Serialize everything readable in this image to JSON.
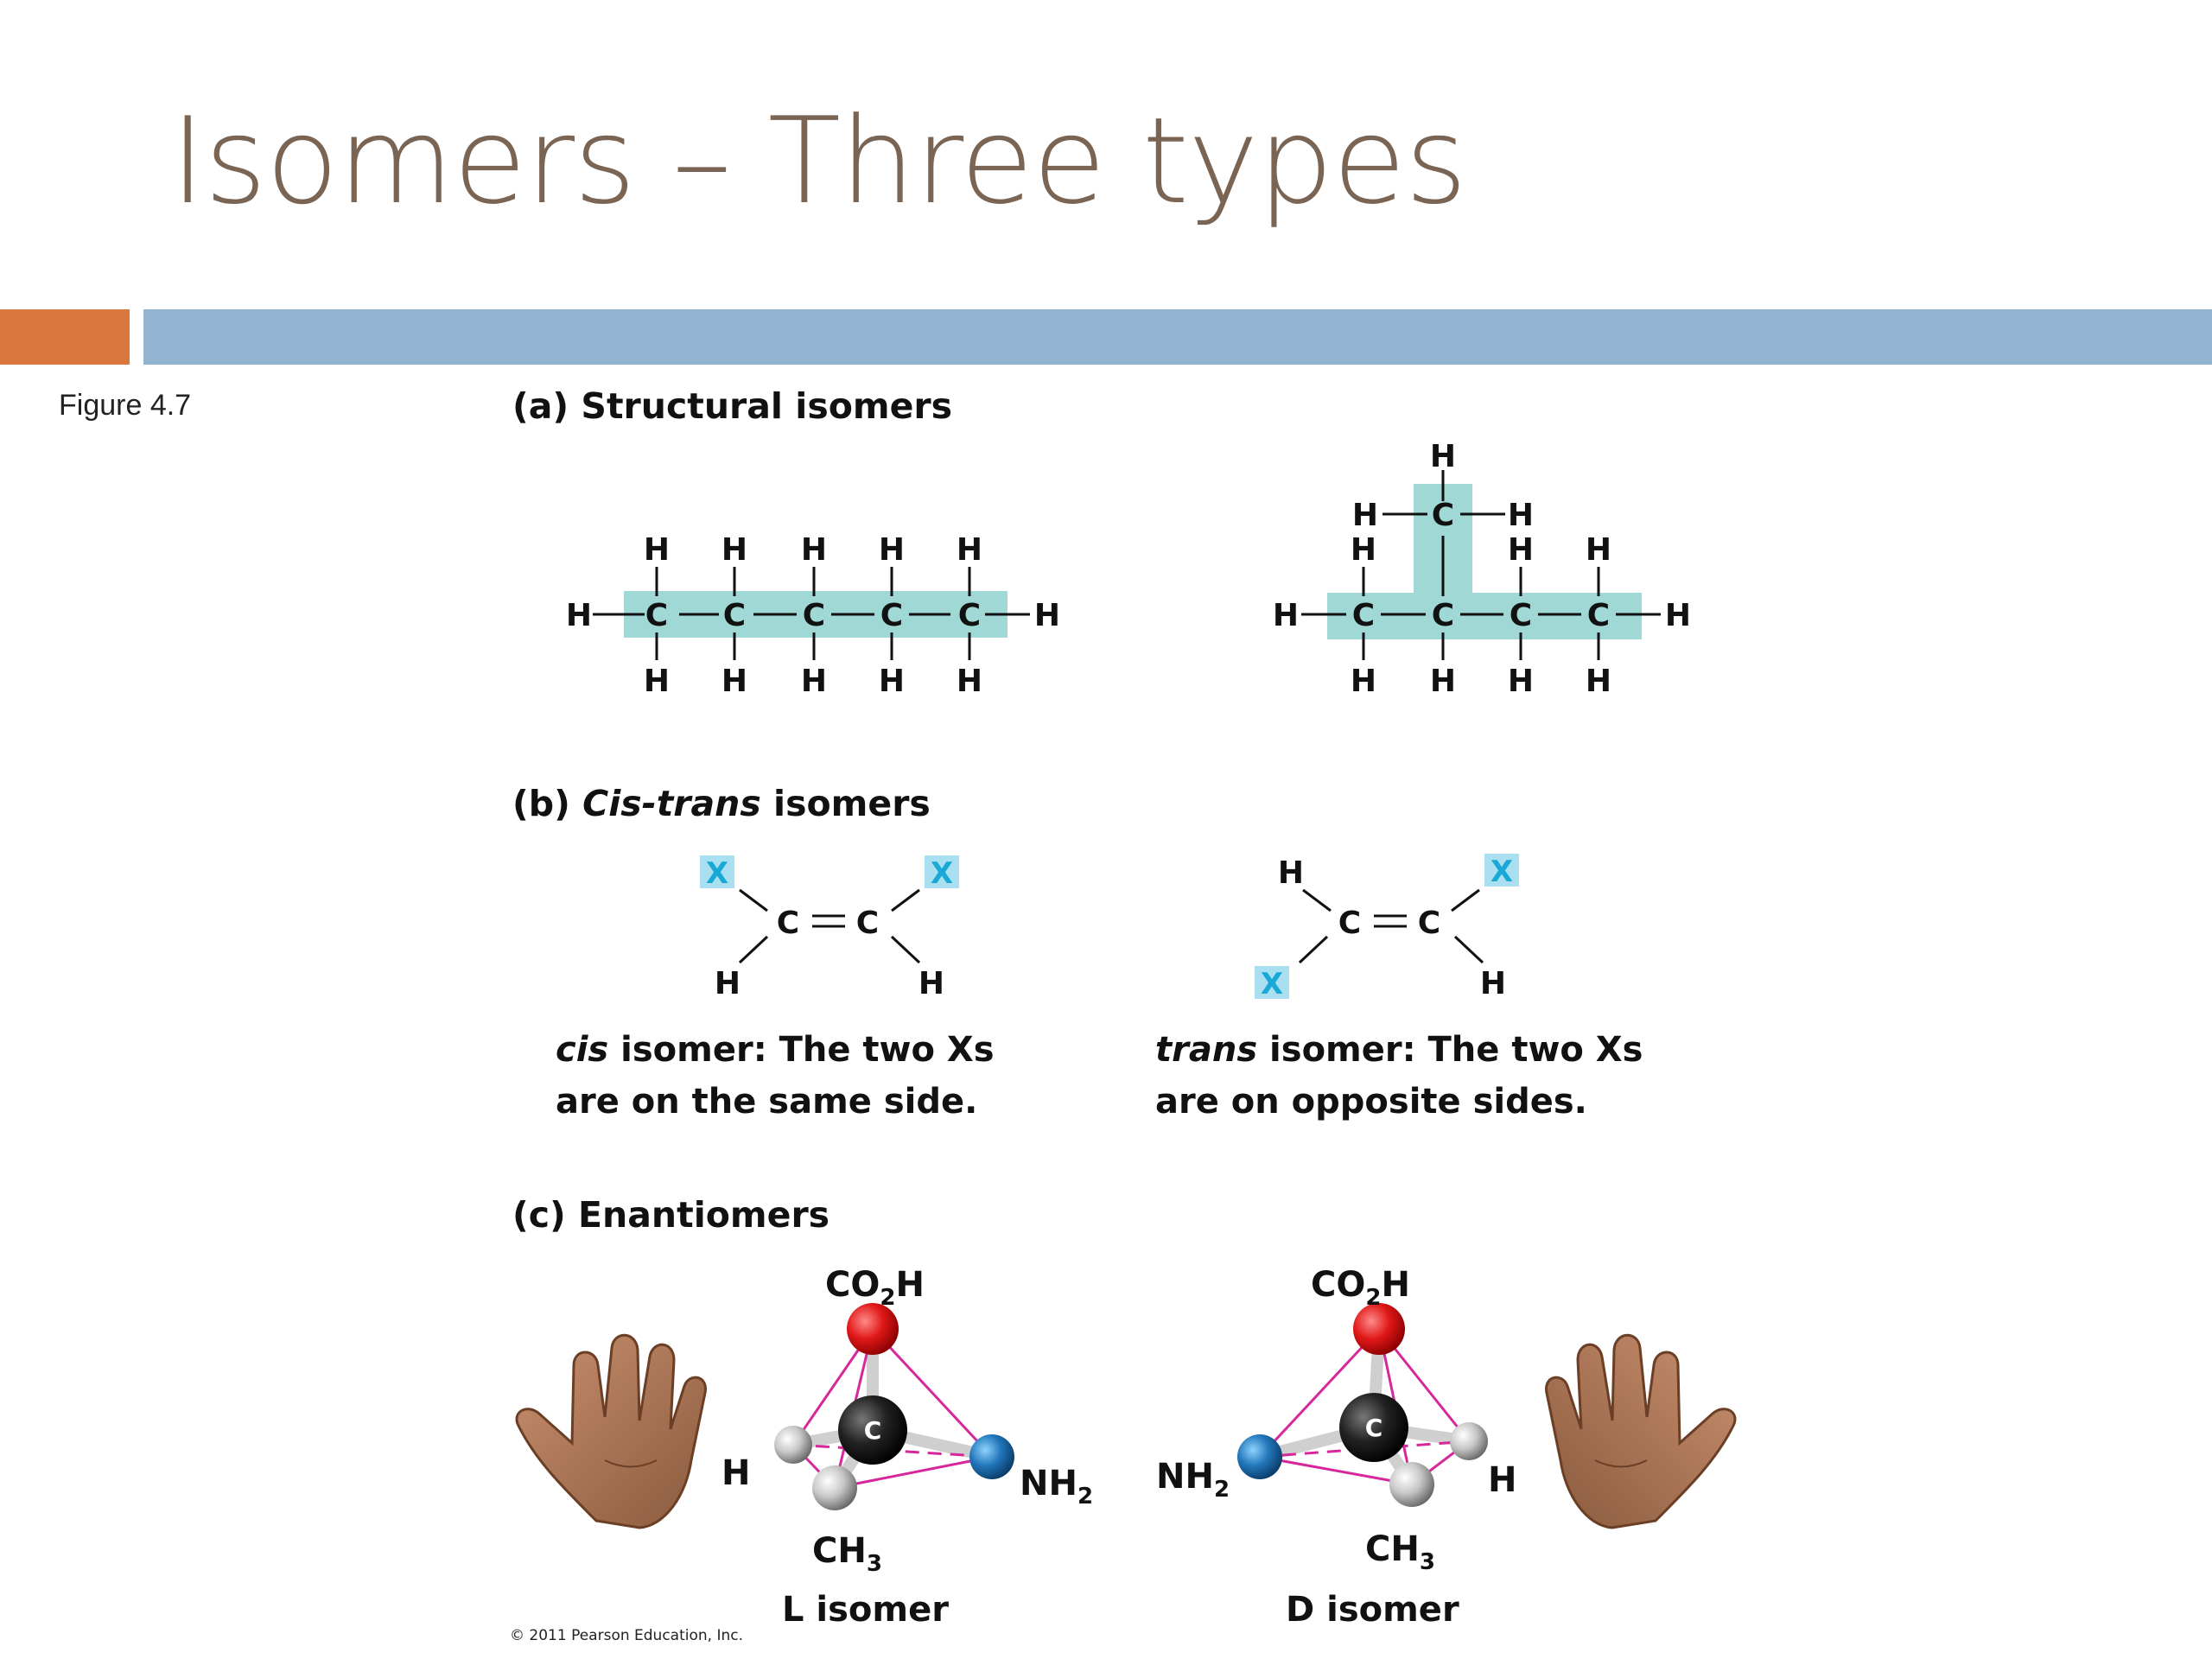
{
  "slide": {
    "title": "Isomers – Three types",
    "figure_label": "Figure 4.7",
    "colors": {
      "title": "#7a6454",
      "accent_orange": "#d9773f",
      "accent_blue": "#93b4d0",
      "carbon_highlight": "#9fd8d4",
      "x_highlight": "#a9dff0",
      "bond_pink": "#d6289a"
    }
  },
  "figure": {
    "structural": {
      "heading": "(a) Structural isomers",
      "atom_h": "H",
      "atom_c": "C"
    },
    "cis_trans": {
      "heading_prefix": "(b) ",
      "heading_cis": "Cis",
      "heading_dash": "-",
      "heading_trans": "trans",
      "heading_suffix": " isomers",
      "substituent": "X",
      "bond": "C=C",
      "cis_caption_italic": "cis",
      "cis_caption_line1": " isomer: The two Xs",
      "cis_caption_line2": "are on the same side.",
      "trans_caption_italic": "trans",
      "trans_caption_line1": " isomer: The two Xs",
      "trans_caption_line2": "are on opposite sides."
    },
    "enantiomers": {
      "heading": "(c) Enantiomers",
      "top_group": "CO",
      "top_group_sub": "2",
      "top_group_end": "H",
      "amine": "NH",
      "amine_sub": "2",
      "methyl": "CH",
      "methyl_sub": "3",
      "hydrogen": "H",
      "center": "C",
      "l_label": "L isomer",
      "d_label": "D isomer"
    },
    "copyright": "© 2011 Pearson Education, Inc."
  }
}
